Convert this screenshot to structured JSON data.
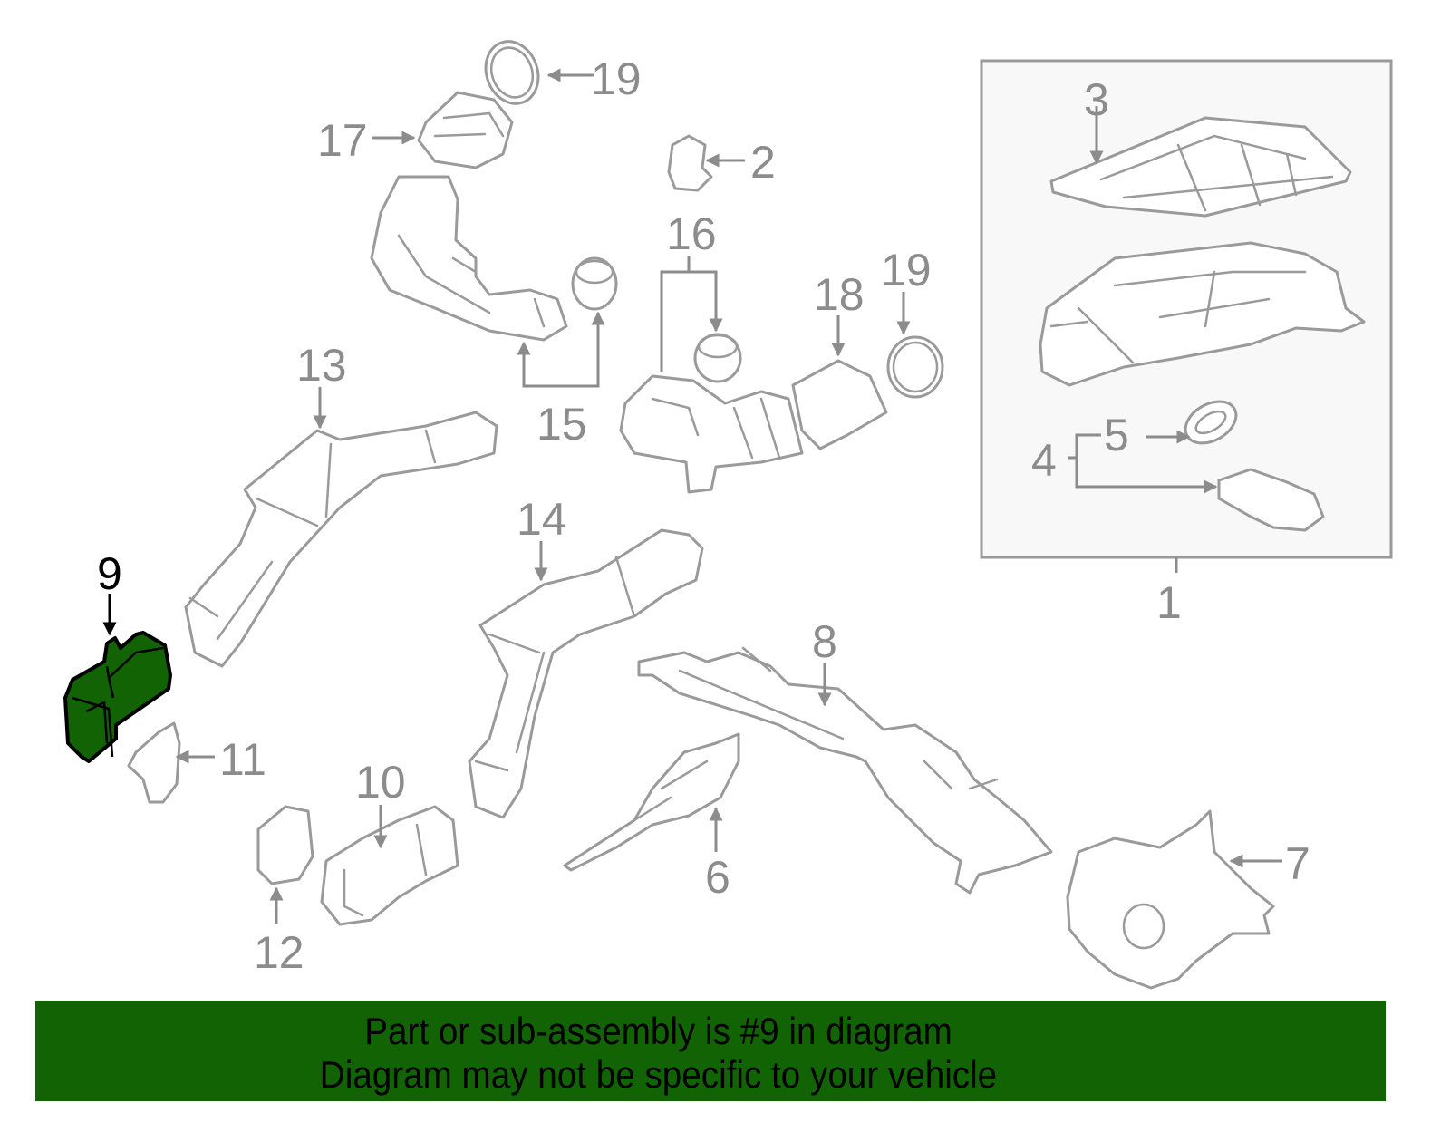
{
  "diagram": {
    "highlighted_part": "9",
    "callouts": {
      "p1": "1",
      "p2": "2",
      "p3": "3",
      "p4": "4",
      "p5": "5",
      "p6": "6",
      "p7": "7",
      "p8": "8",
      "p9": "9",
      "p10": "10",
      "p11": "11",
      "p12": "12",
      "p13": "13",
      "p14": "14",
      "p15": "15",
      "p16": "16",
      "p17": "17",
      "p18": "18",
      "p19a": "19",
      "p19b": "19"
    },
    "colors": {
      "highlight": "#126304",
      "line": "#9a9a9a"
    }
  },
  "banner": {
    "line1": "Part or sub-assembly is #9 in diagram",
    "line2": "Diagram may not be specific to your vehicle"
  }
}
